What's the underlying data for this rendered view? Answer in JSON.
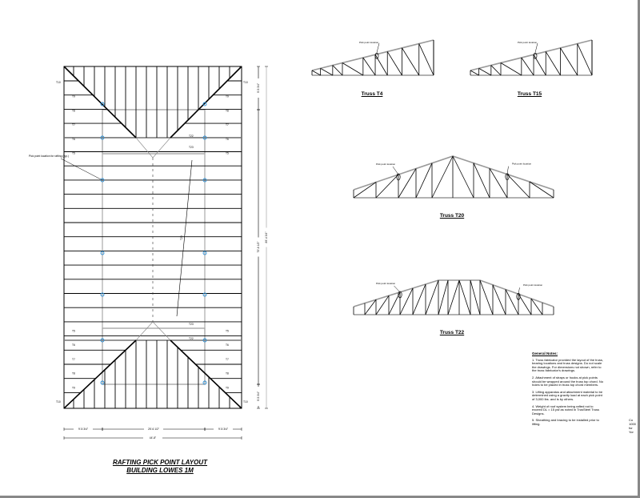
{
  "plan": {
    "title_line1": "RAFTING PICK POINT LAYOUT",
    "title_line2": "BUILDING LOWES 1M",
    "pick_point_note": "Pick point location for rafting (typ.)",
    "dimensions": {
      "bottom_left": "9'-5 3/4\"",
      "bottom_center": "25'-6 1/2\"",
      "bottom_right": "9'-5 3/4\"",
      "bottom_total": "44'-8\"",
      "side_top": "9'-5 3/4\"",
      "side_middle": "70'-8 1/2\"",
      "side_bottom": "9'-5 3/4\"",
      "side_total": "89'-4 3/4\""
    },
    "truss_labels": [
      "T10",
      "T9",
      "T8",
      "T7",
      "T6",
      "T5",
      "T22",
      "T23",
      "T20"
    ],
    "pick_point_color": "#2a8fd6"
  },
  "trusses": [
    {
      "caption": "Truss T4",
      "pick_label": "Pick point location"
    },
    {
      "caption": "Truss T15",
      "pick_label": "Pick point location"
    },
    {
      "caption": "Truss T20",
      "pick_label_left": "Pick point location",
      "pick_label_right": "Pick point location"
    },
    {
      "caption": "Truss T22",
      "pick_label_left": "Pick point location",
      "pick_label_right": "Pick point location"
    }
  ],
  "notes": {
    "heading": "General Notes:",
    "items": [
      "1. Truss fabricator provided the layout of the truss, bearing locations and truss designs. Do not scale the drawings. For dimensions not shown, refer to the truss fabricator's drawings.",
      "2. Attachment of straps or hooks at pick points should be wrapped around the truss top chord. No holes to be placed in truss top chord members.",
      "3. Lifting apparatus and attachment material to be determined using a gravity load at each pick point of 3,000 lbs. and is by others.",
      "4. Weight of roof system being rafted not to exceed DL = 15 psf as noted in TrusSteel Truss Designs.",
      "5. Sheathing and bracing to be installed prior to lifting."
    ]
  },
  "side_text": [
    "Co",
    "1000",
    "for",
    "Yor"
  ]
}
